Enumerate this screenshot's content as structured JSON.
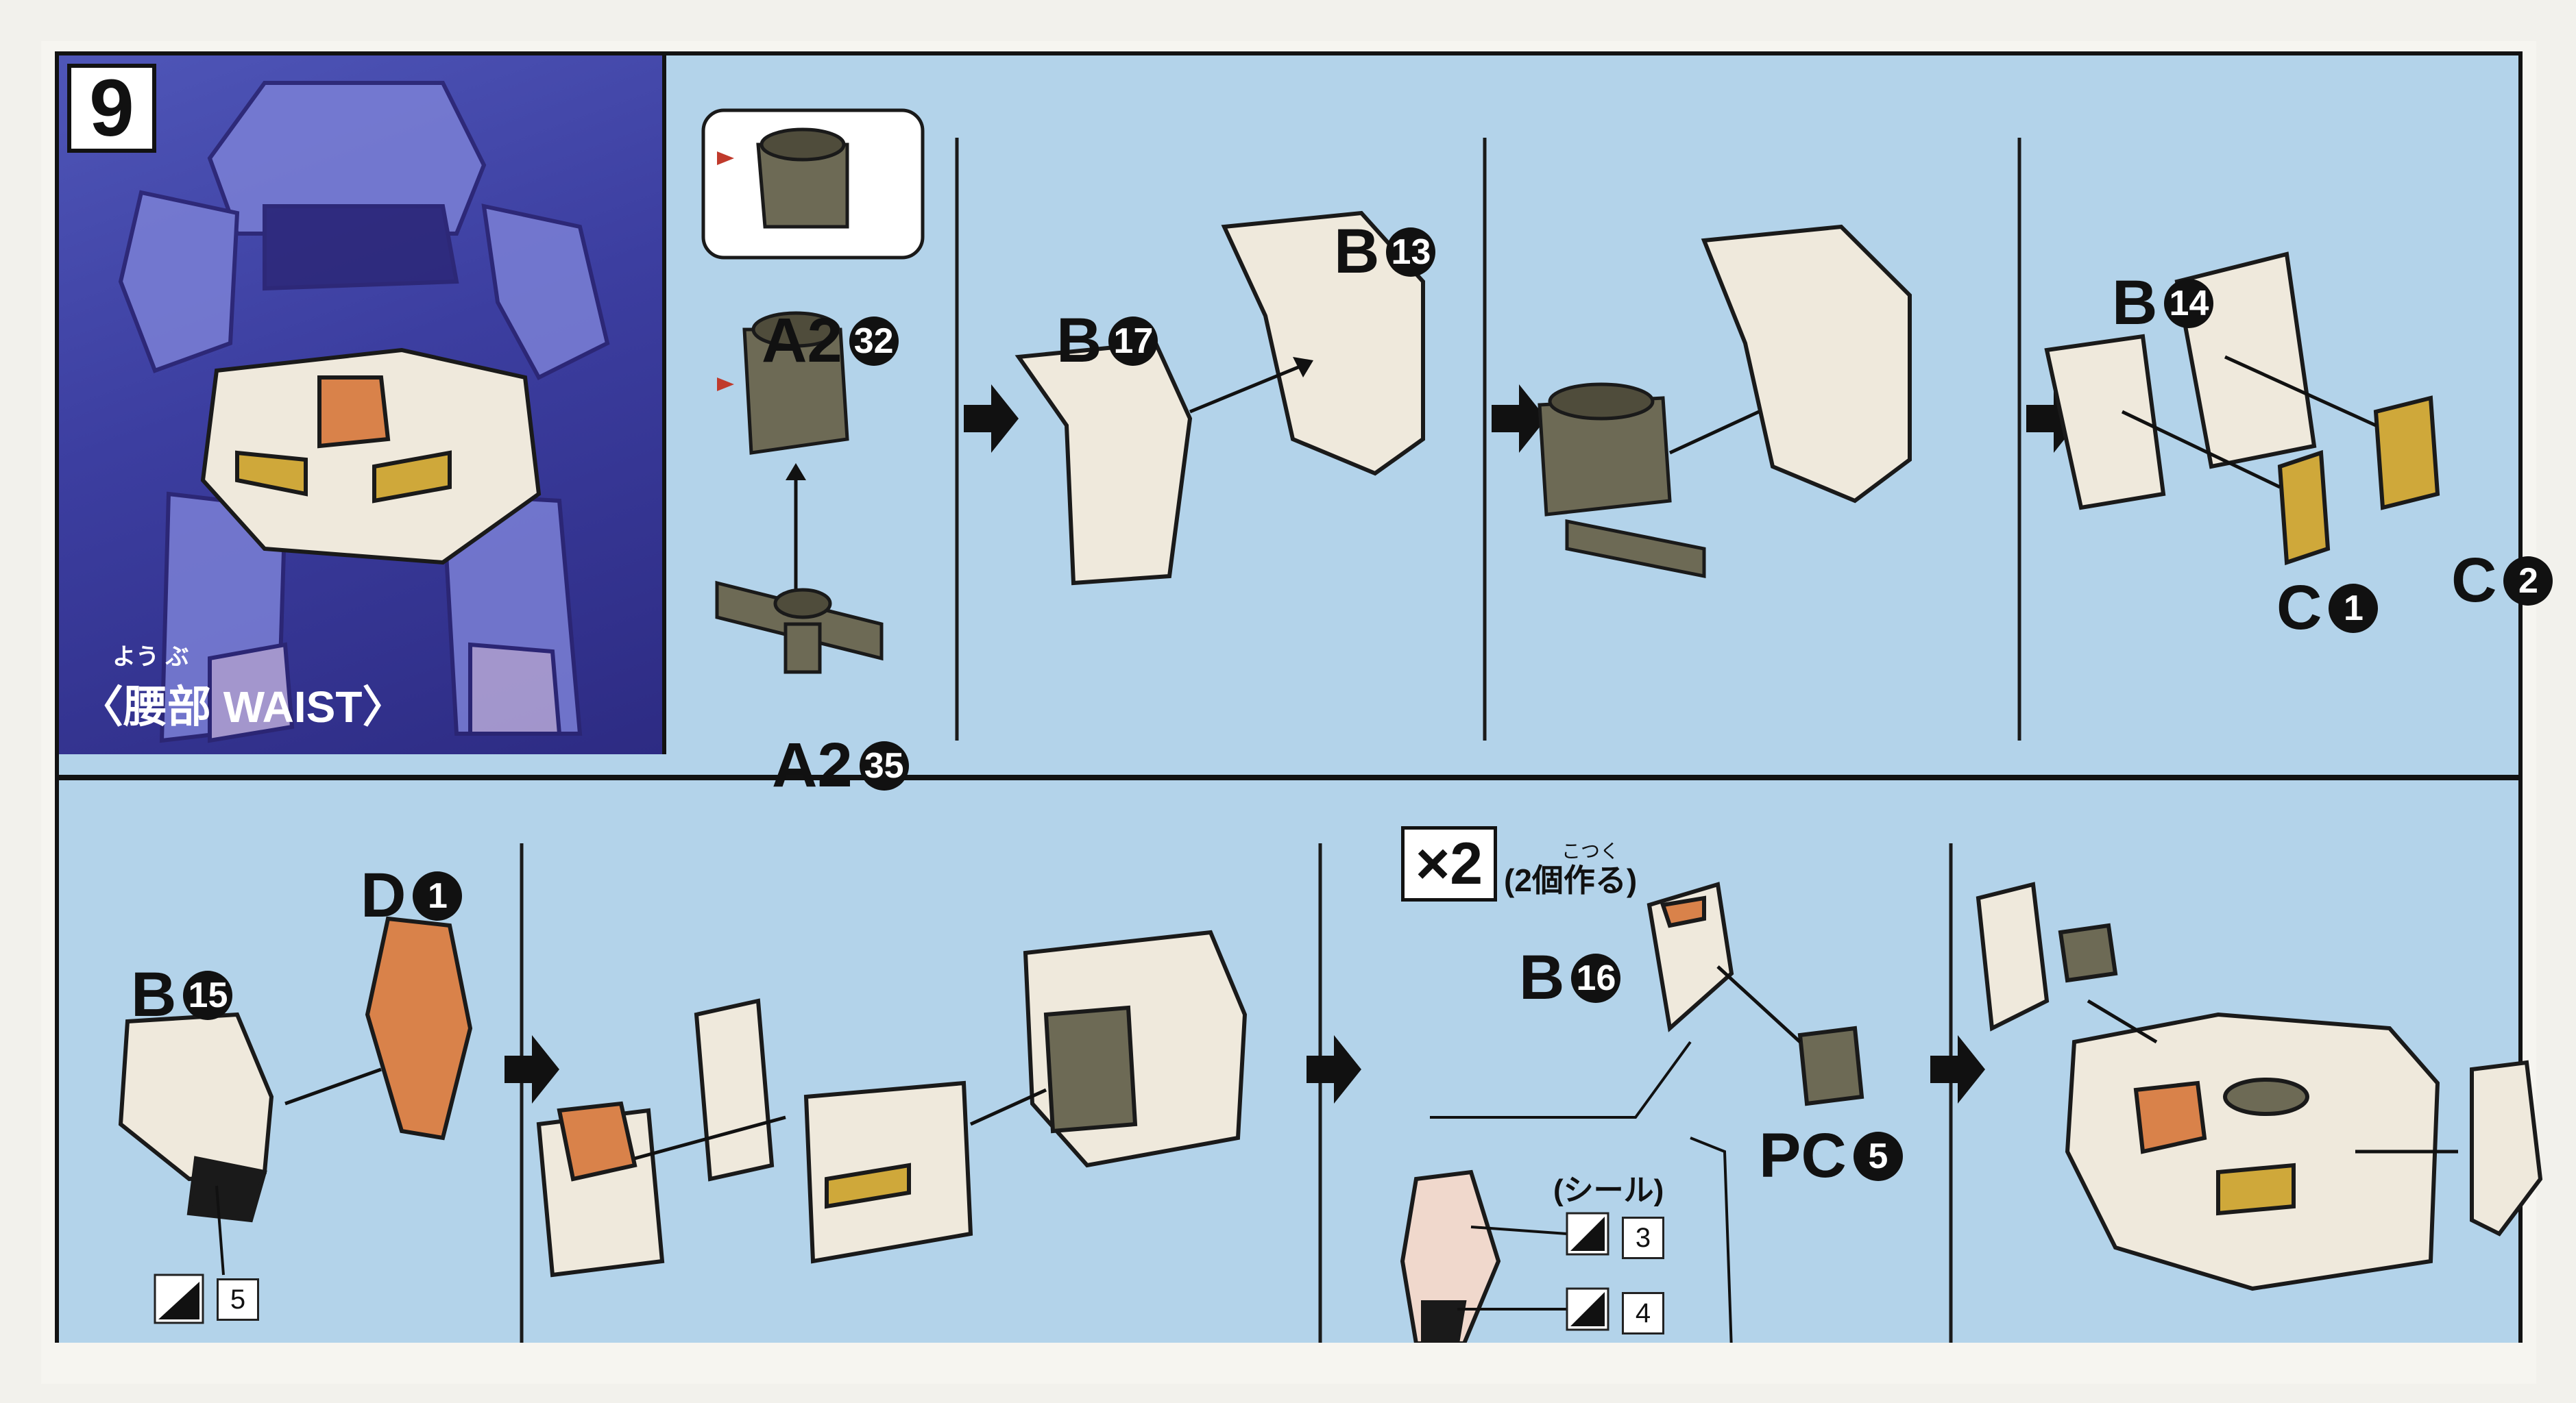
{
  "step": {
    "number": "9",
    "section_ruby": "よう ぶ",
    "section_title": "〈腰部 WAIST〉"
  },
  "colors": {
    "panel_bg": "#b3d3ea",
    "hero_bg": "#3c3ea0",
    "part_white": "#efe9dc",
    "part_gray": "#6d6a55",
    "part_orange": "#d9824a",
    "part_gold": "#cfa83a",
    "outline": "#1a1a1a"
  },
  "parts": {
    "a2_32": {
      "prefix": "A2",
      "num": "32"
    },
    "a2_35": {
      "prefix": "A2",
      "num": "35"
    },
    "b17": {
      "prefix": "B",
      "num": "17"
    },
    "b13": {
      "prefix": "B",
      "num": "13"
    },
    "b14": {
      "prefix": "B",
      "num": "14"
    },
    "c1": {
      "prefix": "C",
      "num": "1"
    },
    "c2": {
      "prefix": "C",
      "num": "2"
    },
    "d1": {
      "prefix": "D",
      "num": "1"
    },
    "b15": {
      "prefix": "B",
      "num": "15"
    },
    "b16": {
      "prefix": "B",
      "num": "16"
    },
    "pc5": {
      "prefix": "PC",
      "num": "5"
    }
  },
  "seals": {
    "word": "(シール)",
    "s5": "5",
    "s3": "3",
    "s4": "4"
  },
  "make_two": {
    "badge": "×2",
    "ruby": "こつく",
    "note": "(2個作る)"
  },
  "icons": [
    "step-arrow-icon",
    "sprue-gate-mark-icon",
    "seal-icon"
  ]
}
